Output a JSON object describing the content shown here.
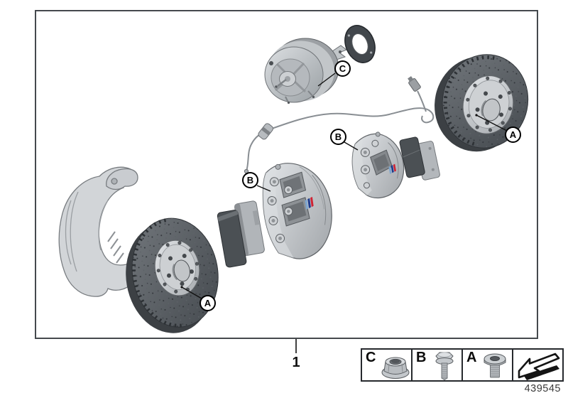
{
  "figure": {
    "item_number": "1",
    "drawing_number": "439545",
    "callouts": {
      "a": "A",
      "b": "B",
      "c": "C"
    },
    "legend": [
      {
        "label": "C",
        "icon": "flange-nut-icon"
      },
      {
        "label": "B",
        "icon": "hex-bolt-icon"
      },
      {
        "label": "A",
        "icon": "plug-screw-icon"
      }
    ],
    "nav_icon": "direction-arrow-icon",
    "parts_depicted": [
      "brake-dust-shield",
      "front-brake-disc-left",
      "brake-pads-left",
      "m-brake-caliper-left",
      "brake-pad-wear-sensor-cable",
      "m-brake-caliper-right",
      "brake-pads-right",
      "front-brake-disc-right",
      "brake-booster",
      "booster-gasket"
    ],
    "colors": {
      "line": "#45494d",
      "metal": "#c6cacd",
      "disc": "#4a4f54",
      "m_stripe_blue_light": "#7ea6ce",
      "m_stripe_blue_dark": "#1e3a8c",
      "m_stripe_red": "#cf2233"
    }
  }
}
